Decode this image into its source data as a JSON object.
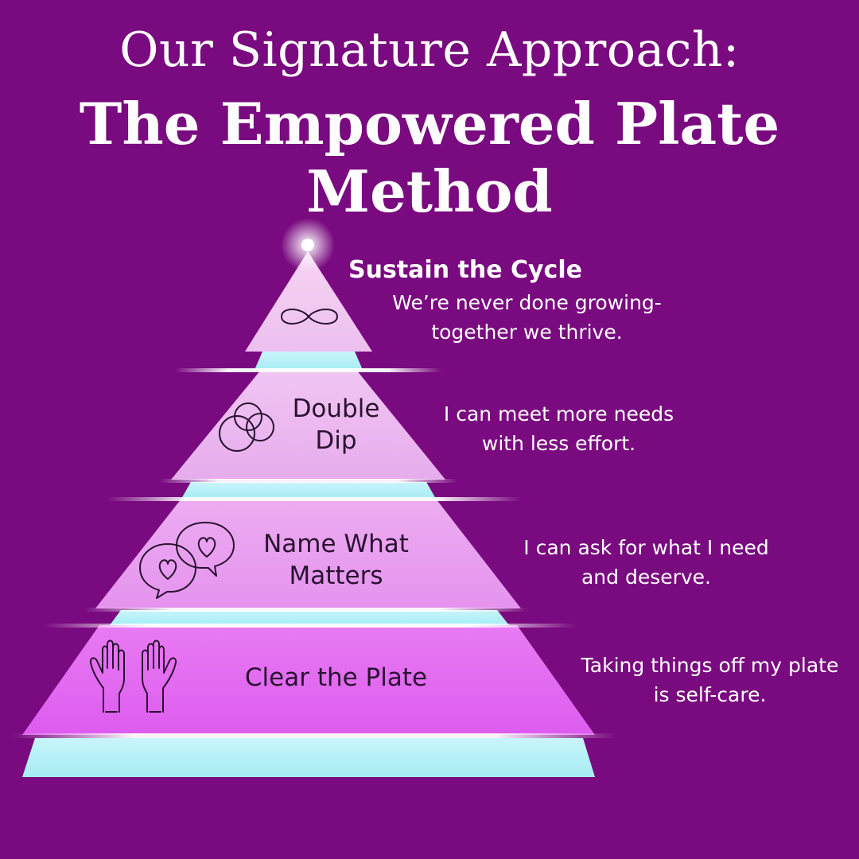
{
  "title": {
    "line1": "Our Signature Approach:",
    "line2": "The Empowered Plate Method"
  },
  "tiers": [
    {
      "name": "Sustain the Cycle",
      "icon": "infinity-icon",
      "description_lines": [
        "We’re never done growing-",
        "together we thrive."
      ]
    },
    {
      "name_lines": [
        "Double",
        "Dip"
      ],
      "icon": "overlapping-circles-icon",
      "description_lines": [
        "I can meet more needs",
        "with less effort."
      ]
    },
    {
      "name_lines": [
        "Name What",
        "Matters"
      ],
      "icon": "speech-bubbles-hearts-icon",
      "description_lines": [
        "I can ask for what I need",
        "and deserve."
      ]
    },
    {
      "name": "Clear the Plate",
      "icon": "raised-hands-icon",
      "description_lines": [
        "Taking things off my plate",
        "is self-care."
      ]
    }
  ],
  "colors": {
    "background": "#790a7f",
    "tier_pink": "#e7a6ef",
    "tier_magenta": "#df66f0",
    "band_cyan": "#b2f0f7"
  }
}
